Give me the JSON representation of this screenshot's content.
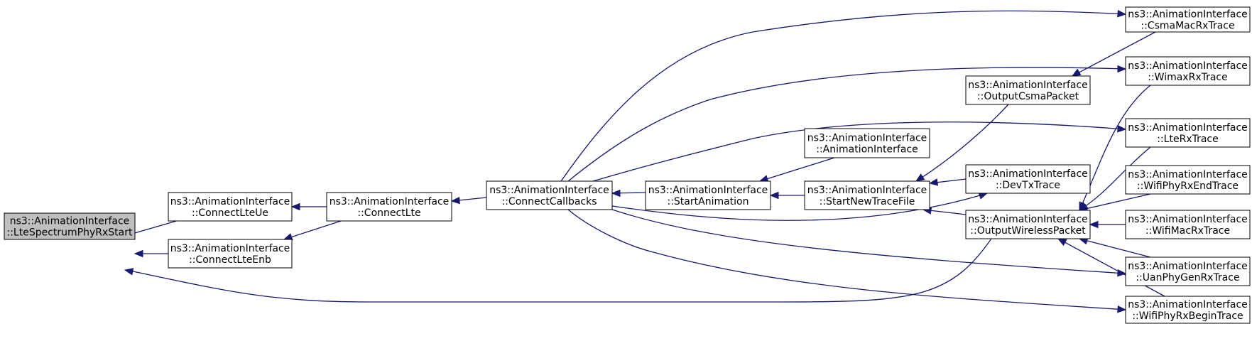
{
  "diagram": {
    "type": "call-graph",
    "edge_color": "#191970",
    "root_fill": "#bfbfbf",
    "nodes": [
      {
        "id": "n0",
        "lines": [
          "ns3::AnimationInterface",
          "::LteSpectrumPhyRxStart"
        ],
        "root": true
      },
      {
        "id": "n1",
        "lines": [
          "ns3::AnimationInterface",
          "::ConnectLteUe"
        ]
      },
      {
        "id": "n2",
        "lines": [
          "ns3::AnimationInterface",
          "::ConnectLteEnb"
        ]
      },
      {
        "id": "n3",
        "lines": [
          "ns3::AnimationInterface",
          "::ConnectLte"
        ]
      },
      {
        "id": "n4",
        "lines": [
          "ns3::AnimationInterface",
          "::ConnectCallbacks"
        ]
      },
      {
        "id": "n5",
        "lines": [
          "ns3::AnimationInterface",
          "::StartAnimation"
        ]
      },
      {
        "id": "n6",
        "lines": [
          "ns3::AnimationInterface",
          "::AnimationInterface"
        ]
      },
      {
        "id": "n7",
        "lines": [
          "ns3::AnimationInterface",
          "::StartNewTraceFile"
        ]
      },
      {
        "id": "n8",
        "lines": [
          "ns3::AnimationInterface",
          "::OutputCsmaPacket"
        ]
      },
      {
        "id": "n9",
        "lines": [
          "ns3::AnimationInterface",
          "::DevTxTrace"
        ]
      },
      {
        "id": "n10",
        "lines": [
          "ns3::AnimationInterface",
          "::OutputWirelessPacket"
        ]
      },
      {
        "id": "n11",
        "lines": [
          "ns3::AnimationInterface",
          "::CsmaMacRxTrace"
        ]
      },
      {
        "id": "n12",
        "lines": [
          "ns3::AnimationInterface",
          "::WimaxRxTrace"
        ]
      },
      {
        "id": "n13",
        "lines": [
          "ns3::AnimationInterface",
          "::LteRxTrace"
        ]
      },
      {
        "id": "n14",
        "lines": [
          "ns3::AnimationInterface",
          "::WifiPhyRxEndTrace"
        ]
      },
      {
        "id": "n15",
        "lines": [
          "ns3::AnimationInterface",
          "::WifiMacRxTrace"
        ]
      },
      {
        "id": "n16",
        "lines": [
          "ns3::AnimationInterface",
          "::UanPhyGenRxTrace"
        ]
      },
      {
        "id": "n17",
        "lines": [
          "ns3::AnimationInterface",
          "::WifiPhyRxBeginTrace"
        ]
      }
    ],
    "edges": [
      {
        "from": "n1",
        "to": "n0"
      },
      {
        "from": "n2",
        "to": "n0"
      },
      {
        "from": "n10",
        "to": "n0"
      },
      {
        "from": "n3",
        "to": "n1"
      },
      {
        "from": "n3",
        "to": "n2"
      },
      {
        "from": "n4",
        "to": "n3"
      },
      {
        "from": "n5",
        "to": "n4"
      },
      {
        "from": "n11",
        "to": "n4"
      },
      {
        "from": "n12",
        "to": "n4"
      },
      {
        "from": "n13",
        "to": "n4"
      },
      {
        "from": "n9",
        "to": "n4"
      },
      {
        "from": "n16",
        "to": "n4"
      },
      {
        "from": "n17",
        "to": "n4"
      },
      {
        "from": "n6",
        "to": "n5"
      },
      {
        "from": "n7",
        "to": "n5"
      },
      {
        "from": "n8",
        "to": "n7"
      },
      {
        "from": "n9",
        "to": "n7"
      },
      {
        "from": "n10",
        "to": "n7"
      },
      {
        "from": "n8",
        "to": "n11"
      },
      {
        "from": "n12",
        "to": "n10"
      },
      {
        "from": "n13",
        "to": "n10"
      },
      {
        "from": "n14",
        "to": "n10"
      },
      {
        "from": "n15",
        "to": "n10"
      },
      {
        "from": "n16",
        "to": "n10"
      },
      {
        "from": "n17",
        "to": "n10"
      }
    ]
  }
}
